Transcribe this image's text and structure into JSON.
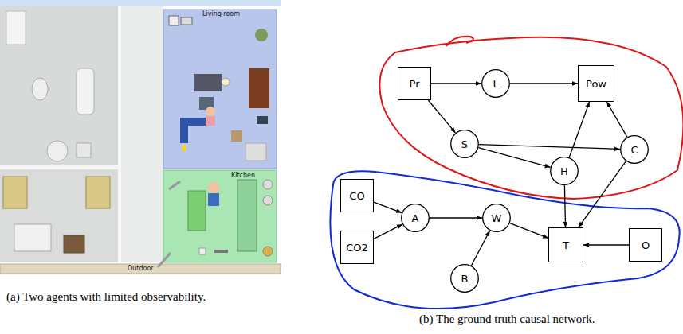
{
  "diagram": {
    "nodes": [
      {
        "text": [
          "Pr"
        ]
      },
      {
        "text": [
          "L"
        ]
      },
      {
        "text": [
          "Pow"
        ]
      },
      {
        "text": [
          "S"
        ]
      },
      {
        "text": [
          "C"
        ]
      },
      {
        "text": [
          "H"
        ]
      },
      {
        "text": [
          "CO"
        ]
      },
      {
        "text": [
          "A"
        ]
      },
      {
        "text": [
          "W"
        ]
      },
      {
        "text": [
          "T"
        ]
      },
      {
        "text": [
          "O"
        ]
      },
      {
        "text": [
          "CO2"
        ]
      },
      {
        "text": [
          "B"
        ]
      }
    ],
    "edges": [
      {
        "from": 0,
        "to": 1,
        "arrow": "to"
      },
      {
        "from": 1,
        "to": 2,
        "arrow": "to"
      },
      {
        "from": 0,
        "to": 3,
        "arrow": "to"
      },
      {
        "from": 3,
        "to": 4,
        "arrow": "to"
      },
      {
        "from": 3,
        "to": 5,
        "arrow": "to"
      },
      {
        "from": 5,
        "to": 2,
        "arrow": "to"
      },
      {
        "from": 4,
        "to": 2,
        "arrow": "to"
      },
      {
        "from": 5,
        "to": 9,
        "arrow": "to"
      },
      {
        "from": 4,
        "to": 9,
        "arrow": "to"
      },
      {
        "from": 6,
        "to": 7,
        "arrow": "to"
      },
      {
        "from": 11,
        "to": 7,
        "arrow": "to"
      },
      {
        "from": 7,
        "to": 8,
        "arrow": "to"
      },
      {
        "from": 12,
        "to": 8,
        "arrow": "to"
      },
      {
        "from": 8,
        "to": 9,
        "arrow": "to"
      },
      {
        "from": 10,
        "to": 9,
        "arrow": "to"
      }
    ],
    "labels": [
      "Living room",
      "Kitchen",
      "Outdoor",
      "(a) Two agents with limited observability.",
      "(b) The ground truth causal network."
    ]
  }
}
